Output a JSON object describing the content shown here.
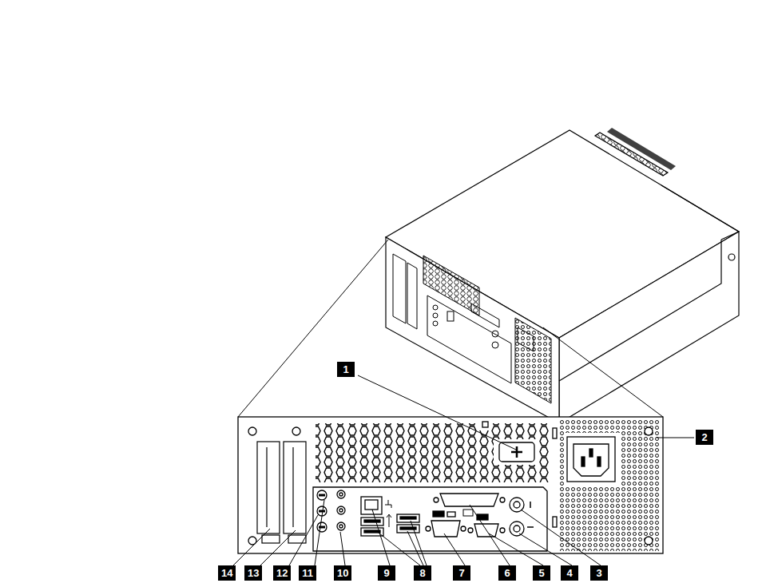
{
  "diagram": {
    "labels": [
      "1",
      "2",
      "14",
      "13",
      "12",
      "11",
      "10",
      "9",
      "8",
      "7",
      "6",
      "5",
      "4",
      "3"
    ]
  }
}
